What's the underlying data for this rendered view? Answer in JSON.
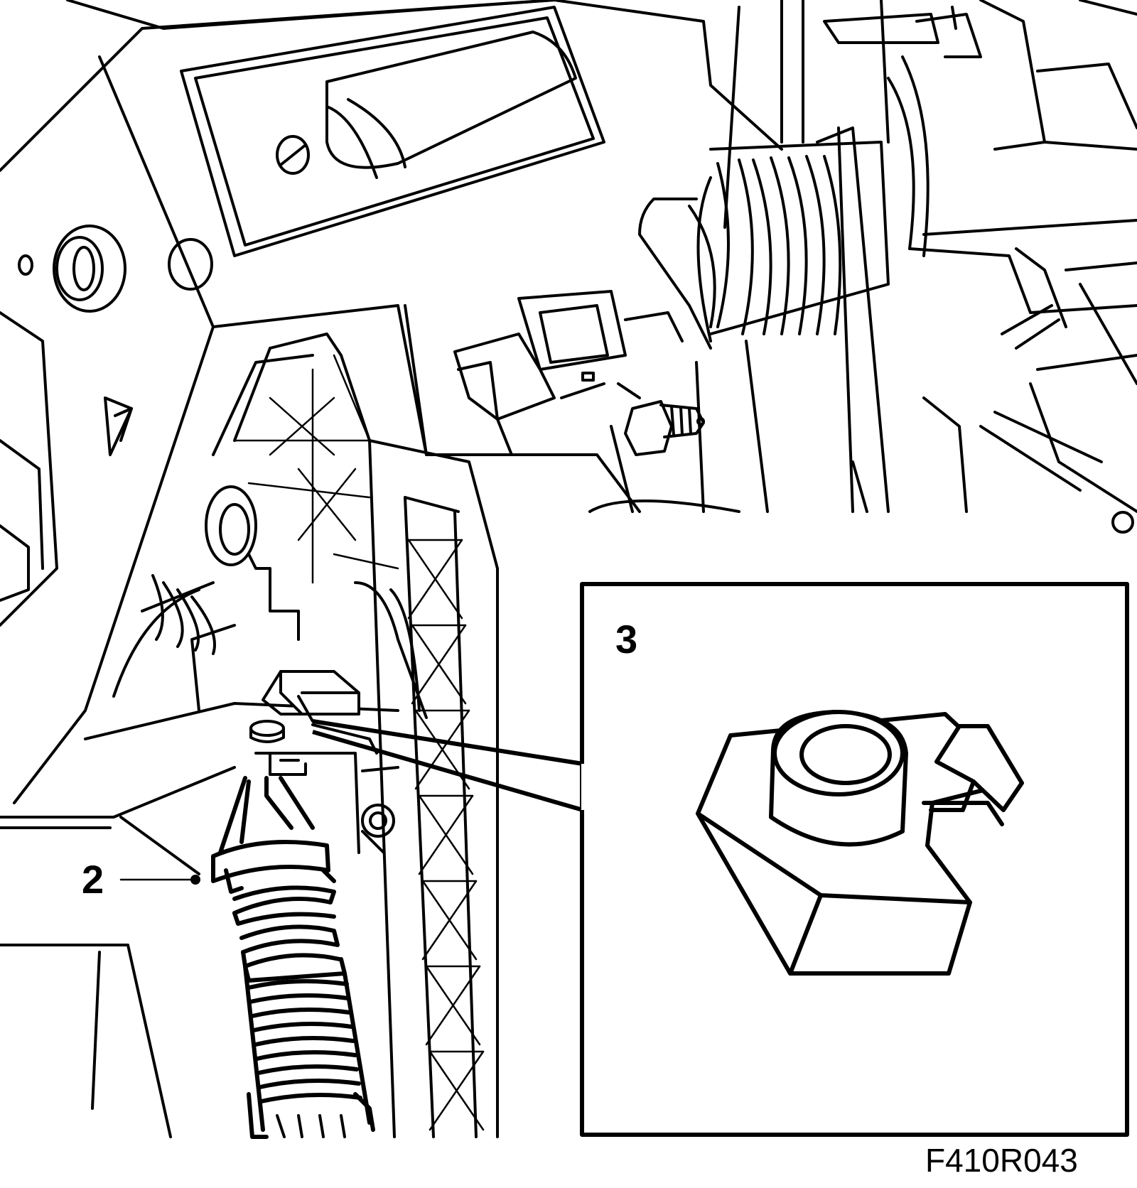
{
  "callouts": {
    "item_2": "2",
    "item_3": "3"
  },
  "figure_code": "F410R043",
  "colors": {
    "line": "#000000",
    "background": "#ffffff"
  }
}
